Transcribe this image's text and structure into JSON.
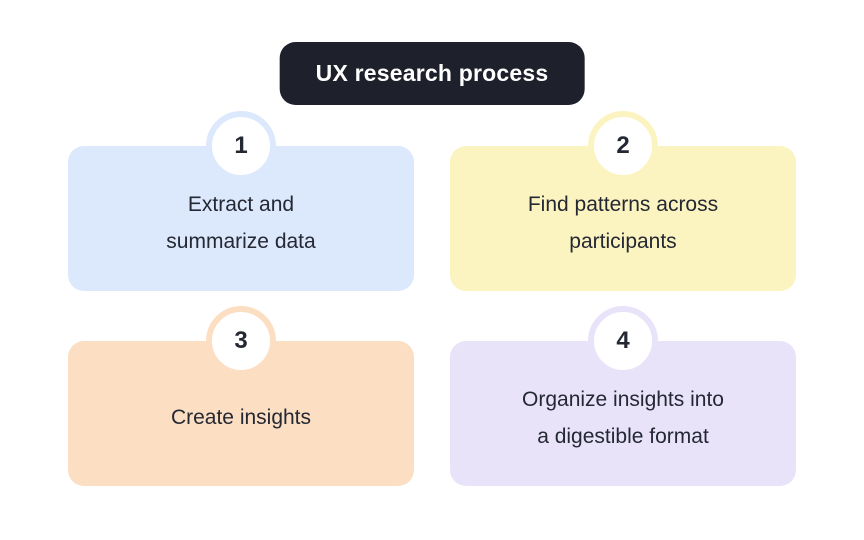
{
  "header": {
    "title": "UX research process",
    "bg": "#1e212b",
    "text_color": "#ffffff"
  },
  "text_color": "#242833",
  "steps": [
    {
      "number": "1",
      "label": "Extract and summarize data",
      "lines": [
        "Extract and",
        "summarize data"
      ],
      "color": "#dce8fb"
    },
    {
      "number": "2",
      "label": "Find patterns across participants",
      "lines": [
        "Find patterns across",
        "participants"
      ],
      "color": "#fcf4c0"
    },
    {
      "number": "3",
      "label": "Create insights",
      "lines": [
        "Create insights"
      ],
      "color": "#fcdfc3"
    },
    {
      "number": "4",
      "label": "Organize insights into a digestible format",
      "lines": [
        "Organize insights into",
        "a digestible format"
      ],
      "color": "#e9e3fa"
    }
  ]
}
